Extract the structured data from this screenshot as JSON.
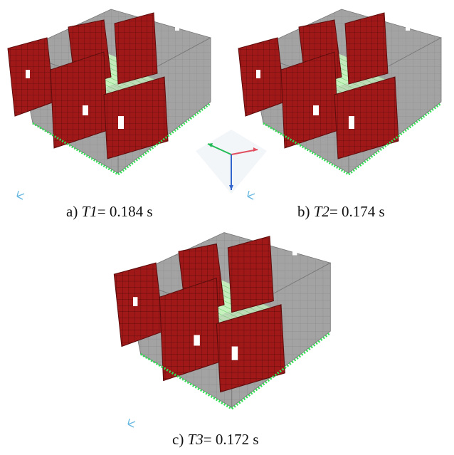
{
  "panels": [
    {
      "letter": "a)",
      "period_symbol": "T1",
      "equals": "= 0.184 s"
    },
    {
      "letter": "b)",
      "period_symbol": "T2",
      "equals": "= 0.174 s"
    },
    {
      "letter": "c)",
      "period_symbol": "T3",
      "equals": "= 0.172 s"
    }
  ],
  "colors": {
    "wall_red": "#8b1a1a",
    "mesh_grey": "#9a9a9a",
    "floor_green": "#7ef07e",
    "support_green": "#33dd55",
    "axis_x": "#e05060",
    "axis_y": "#22bb55",
    "axis_z": "#3366cc"
  }
}
